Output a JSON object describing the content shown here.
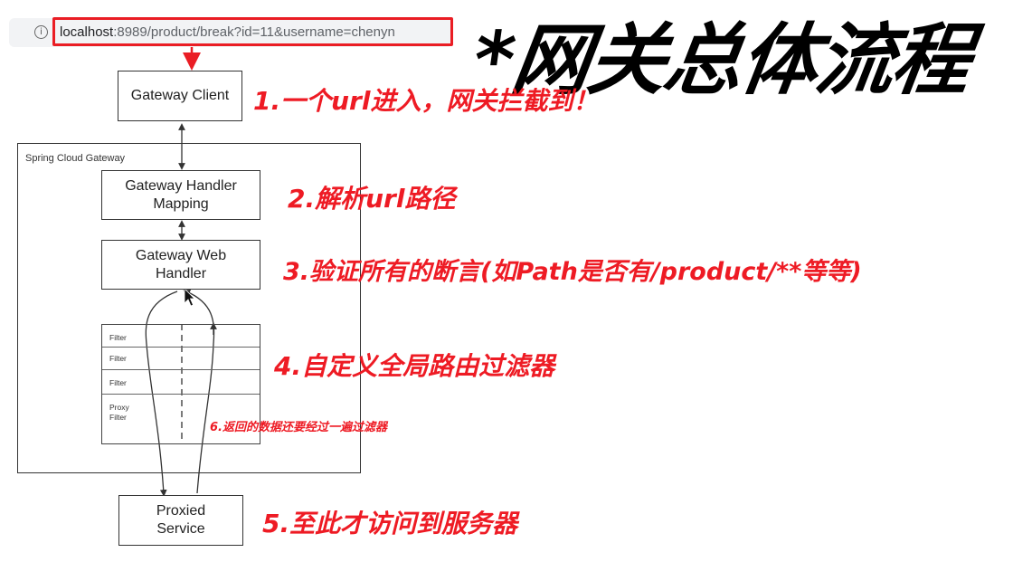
{
  "title": "*网关总体流程",
  "url_bar": {
    "host": "localhost",
    "rest": ":8989/product/break?id=11&username=chenyn"
  },
  "diagram": {
    "gateway_client": "Gateway Client",
    "outer_label": "Spring Cloud Gateway",
    "handler_mapping": [
      "Gateway Handler",
      "Mapping"
    ],
    "web_handler": [
      "Gateway Web",
      "Handler"
    ],
    "filters": [
      "Filter",
      "Filter",
      "Filter",
      "Proxy",
      "Filter"
    ],
    "proxied_service": [
      "Proxied",
      "Service"
    ]
  },
  "annotations": {
    "step1": "1.一个url进入，网关拦截到！",
    "step2": "2.解析url路径",
    "step3": "3.验证所有的断言(如Path是否有/product/**等等)",
    "step4": "4.自定义全局路由过滤器",
    "step5": "5.至此才访问到服务器",
    "step6": "6.返回的数据还要经过一遍过滤器"
  },
  "colors": {
    "annotation": "#ee1b24",
    "highlight_border": "#ea1d24"
  }
}
